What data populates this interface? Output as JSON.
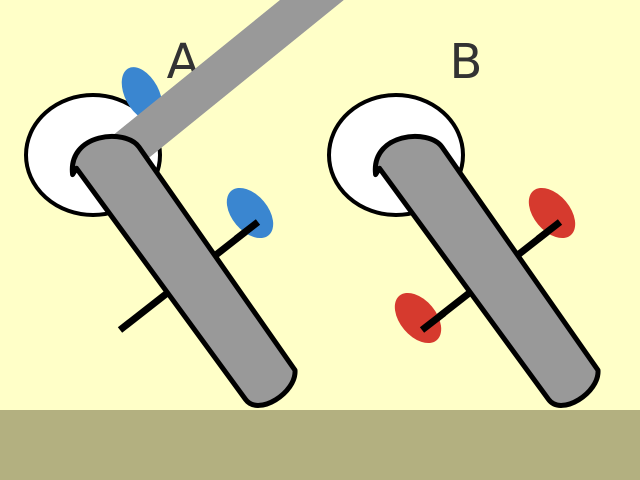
{
  "colors": {
    "background": "#ffffc8",
    "ground": "#b3b080",
    "tube": "#999999",
    "outline": "#000000",
    "plate": "#ffffff",
    "charge_a": "#3a86d0",
    "charge_b": "#d63a2e"
  },
  "panels": [
    {
      "id": "a",
      "label": "A"
    },
    {
      "id": "b",
      "label": "B"
    }
  ]
}
